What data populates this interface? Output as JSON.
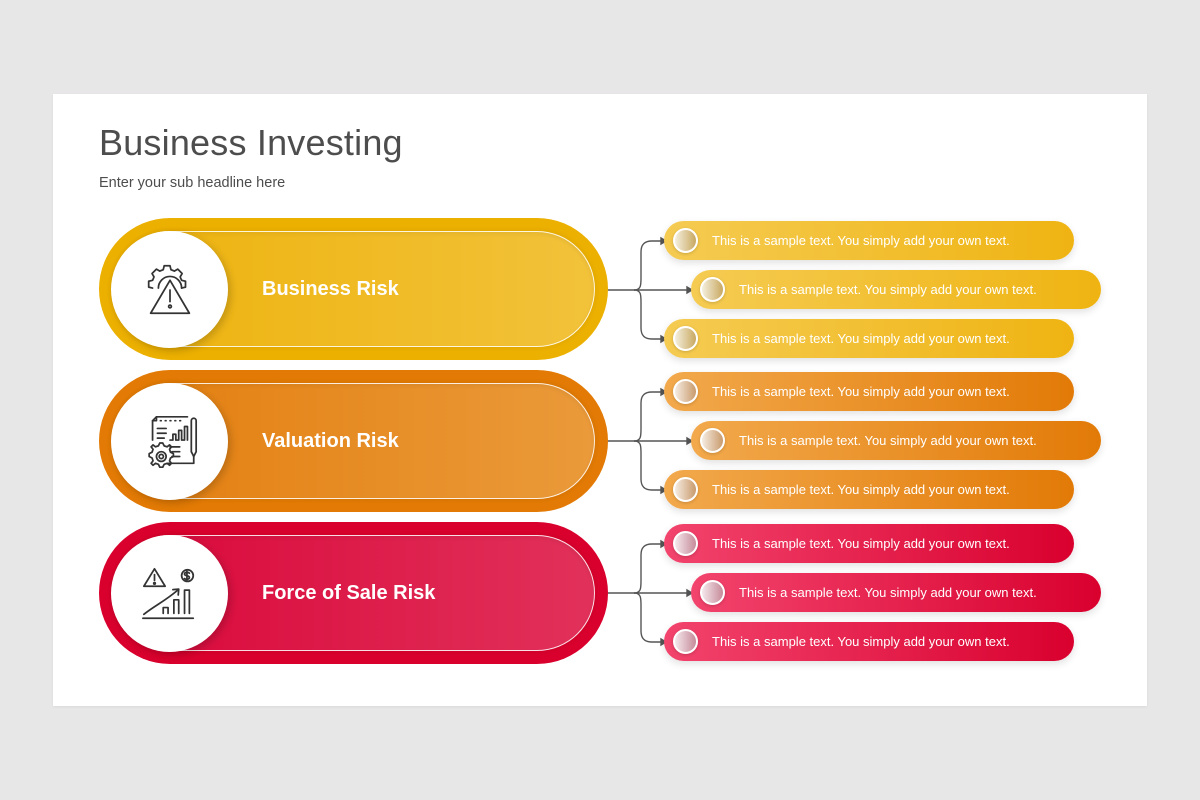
{
  "slide": {
    "title": "Business Investing",
    "subtitle": "Enter your sub headline here"
  },
  "colors": {
    "background": "#e8e7e8",
    "title": "#4d4d4d",
    "yellow": "#ecb000",
    "orange": "#e27a05",
    "red": "#d9002d",
    "connector": "#555555"
  },
  "risks": [
    {
      "label": "Business Risk",
      "icon": "gear-warning-icon",
      "items": [
        "This is a sample text. You simply add your own text.",
        "This is a sample text. You simply add your own text.",
        "This is a sample text. You simply add your own text."
      ]
    },
    {
      "label": "Valuation Risk",
      "icon": "document-chart-gear-icon",
      "items": [
        "This is a sample text. You simply add your own text.",
        "This is a sample text. You simply add your own text.",
        "This is a sample text. You simply add your own text."
      ]
    },
    {
      "label": "Force of Sale Risk",
      "icon": "warning-growth-chart-dollar-icon",
      "items": [
        "This is a sample text. You simply add your own text.",
        "This is a sample text. You simply add your own text.",
        "This is a sample text. You simply add your own text."
      ]
    }
  ]
}
